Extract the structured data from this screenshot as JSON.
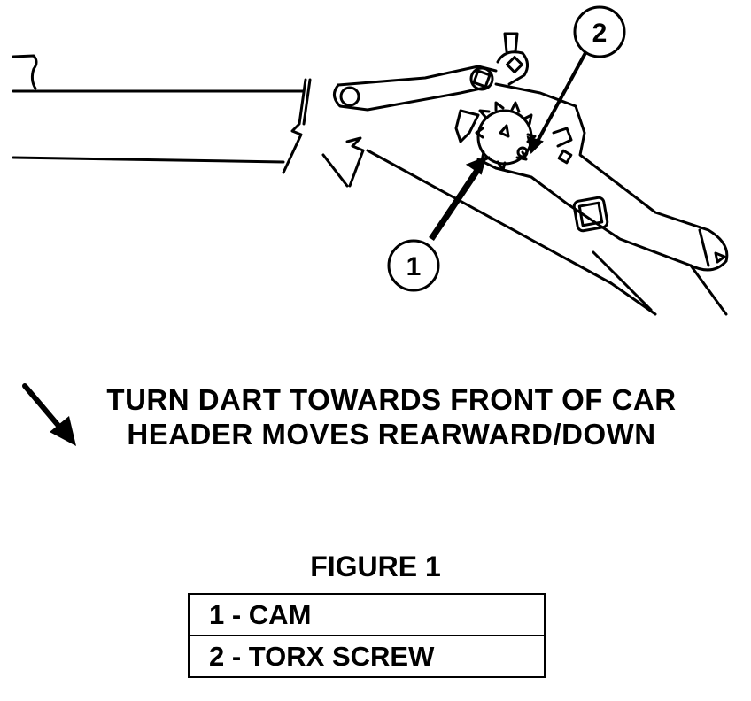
{
  "callouts": [
    {
      "number": "1"
    },
    {
      "number": "2"
    }
  ],
  "caption": {
    "line1": "TURN DART TOWARDS FRONT OF CAR",
    "line2": "HEADER MOVES REARWARD/DOWN"
  },
  "figure_title": "FIGURE 1",
  "legend": [
    {
      "text": "1 - CAM"
    },
    {
      "text": "2 - TORX SCREW"
    }
  ],
  "icons": {
    "dart_arrow": "arrow-down-right-icon"
  }
}
